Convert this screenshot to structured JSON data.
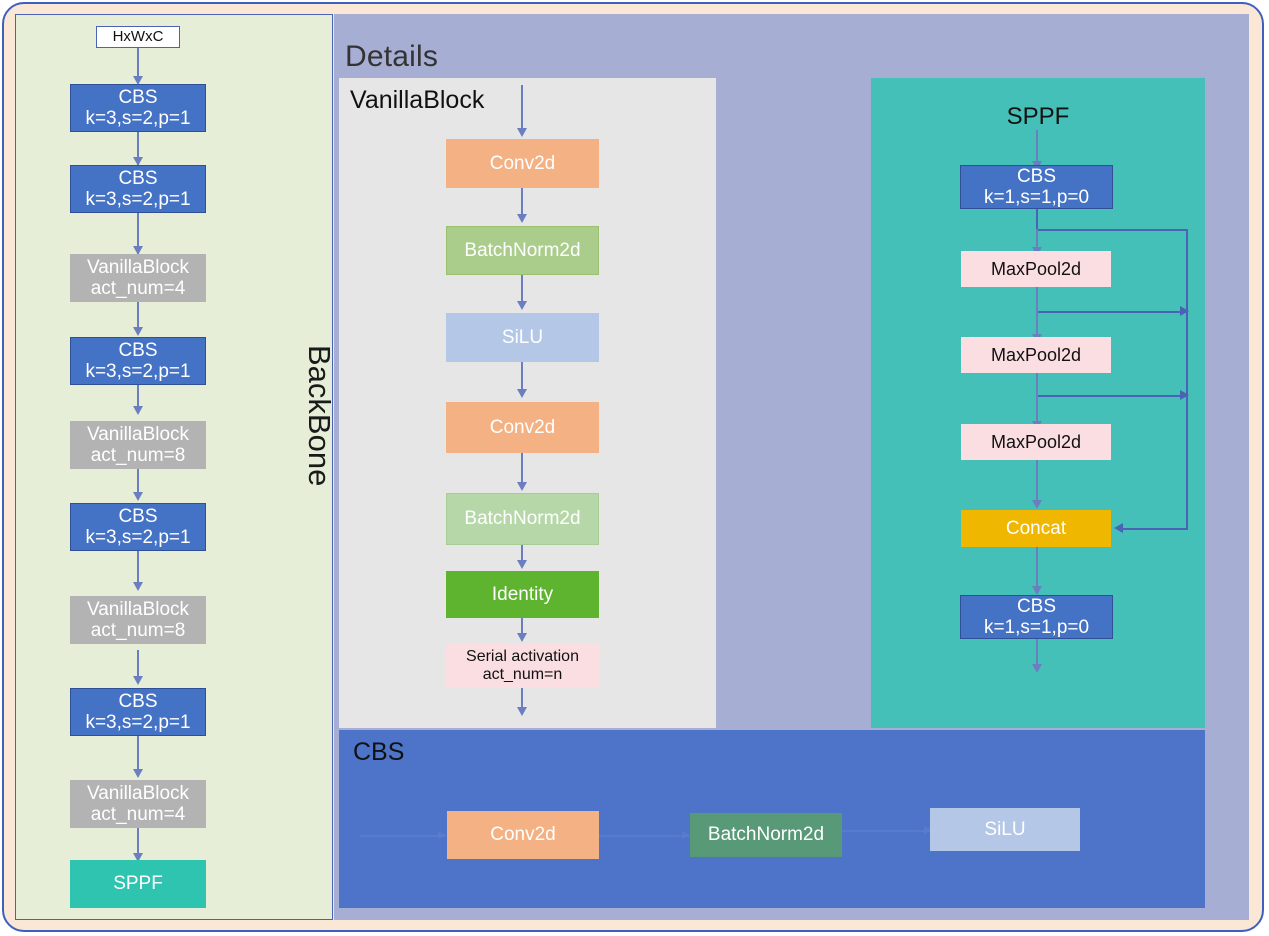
{
  "diagram": {
    "title": "Details",
    "backbone": {
      "label": "BackBone",
      "input_label": "HxWxC",
      "nodes": [
        {
          "l1": "CBS",
          "l2": "k=3,s=2,p=1"
        },
        {
          "l1": "CBS",
          "l2": "k=3,s=2,p=1"
        },
        {
          "l1": "VanillaBlock",
          "l2": "act_num=4"
        },
        {
          "l1": "CBS",
          "l2": "k=3,s=2,p=1"
        },
        {
          "l1": "VanillaBlock",
          "l2": "act_num=8"
        },
        {
          "l1": "CBS",
          "l2": "k=3,s=2,p=1"
        },
        {
          "l1": "VanillaBlock",
          "l2": "act_num=8"
        },
        {
          "l1": "CBS",
          "l2": "k=3,s=2,p=1"
        },
        {
          "l1": "VanillaBlock",
          "l2": "act_num=4"
        },
        {
          "l1": "SPPF",
          "l2": ""
        }
      ]
    },
    "vanilla_block": {
      "title": "VanillaBlock",
      "nodes": [
        {
          "l1": "Conv2d",
          "l2": ""
        },
        {
          "l1": "BatchNorm2d",
          "l2": ""
        },
        {
          "l1": "SiLU",
          "l2": ""
        },
        {
          "l1": "Conv2d",
          "l2": ""
        },
        {
          "l1": "BatchNorm2d",
          "l2": ""
        },
        {
          "l1": "Identity",
          "l2": ""
        },
        {
          "l1": "Serial activation",
          "l2": "act_num=n"
        }
      ]
    },
    "sppf": {
      "title": "SPPF",
      "nodes": [
        {
          "l1": "CBS",
          "l2": "k=1,s=1,p=0"
        },
        {
          "l1": "MaxPool2d",
          "l2": ""
        },
        {
          "l1": "MaxPool2d",
          "l2": ""
        },
        {
          "l1": "MaxPool2d",
          "l2": ""
        },
        {
          "l1": "Concat",
          "l2": ""
        },
        {
          "l1": "CBS",
          "l2": "k=1,s=1,p=0"
        }
      ]
    },
    "cbs": {
      "title": "CBS",
      "nodes": [
        {
          "l1": "Conv2d",
          "l2": ""
        },
        {
          "l1": "BatchNorm2d",
          "l2": ""
        },
        {
          "l1": "SiLU",
          "l2": ""
        }
      ]
    },
    "colors": {
      "frame": "#fae7d5",
      "frame_border": "#3f5fbf",
      "backbone_bg": "#e7eed7",
      "details_bg": "#a6afd3",
      "vanilla_panel_bg": "#e6e6e6",
      "sppf_panel_bg": "#44c0b9",
      "cbs_panel_bg": "#4d74c9",
      "cbs_node": "#4472c4",
      "vanilla_node": "#b3b3b3",
      "sppf_node": "#2ec4b0",
      "conv_node": "#f4b183",
      "bn_node": "#aacd8c",
      "silu_node": "#b4c7e7",
      "identity_node": "#5eb42e",
      "pool_node": "#fadee2",
      "concat_node": "#f0b700",
      "arrow": "#4a63b5"
    }
  }
}
